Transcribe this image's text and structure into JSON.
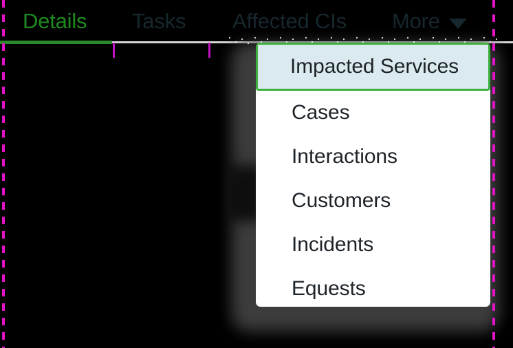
{
  "tabs": [
    {
      "id": "details",
      "label": "Details",
      "state": "active",
      "has_caret": false
    },
    {
      "id": "tasks",
      "label": "Tasks",
      "state": "inactive",
      "has_caret": false
    },
    {
      "id": "affected",
      "label": "Affected CIs",
      "state": "inactive",
      "has_caret": false
    },
    {
      "id": "more",
      "label": "More",
      "state": "inactive",
      "has_caret": true
    }
  ],
  "tabbar": {
    "active_tab": "Details",
    "active_underline_color": "#2b8a2b",
    "inactive_text_color": "#17272e",
    "active_text_color": "#1f8a22",
    "background_color": "#000000",
    "underline_color": "#d6d7d8",
    "caret_icon": "chevron-down-icon"
  },
  "dropdown": {
    "open": true,
    "owner_tab": "More",
    "panel_background": "#ffffff",
    "selected_item": "Impacted Services",
    "selected_background": "#dbeaef",
    "selected_border_color": "#3eb03e",
    "items": [
      {
        "label": "Impacted Services",
        "selected": true
      },
      {
        "label": "Cases",
        "selected": false
      },
      {
        "label": "Interactions",
        "selected": false
      },
      {
        "label": "Customers",
        "selected": false
      },
      {
        "label": "Incidents",
        "selected": false
      },
      {
        "label": "Equests",
        "selected": false
      }
    ]
  },
  "annotations": {
    "guide_color": "#e313c6",
    "tick_color": "#c013c0",
    "left_guide_label": "left-boundary-guide",
    "right_guide_label": "right-boundary-guide",
    "tick_labels": [
      "tab-divider-tick-1",
      "tab-divider-tick-2"
    ]
  }
}
